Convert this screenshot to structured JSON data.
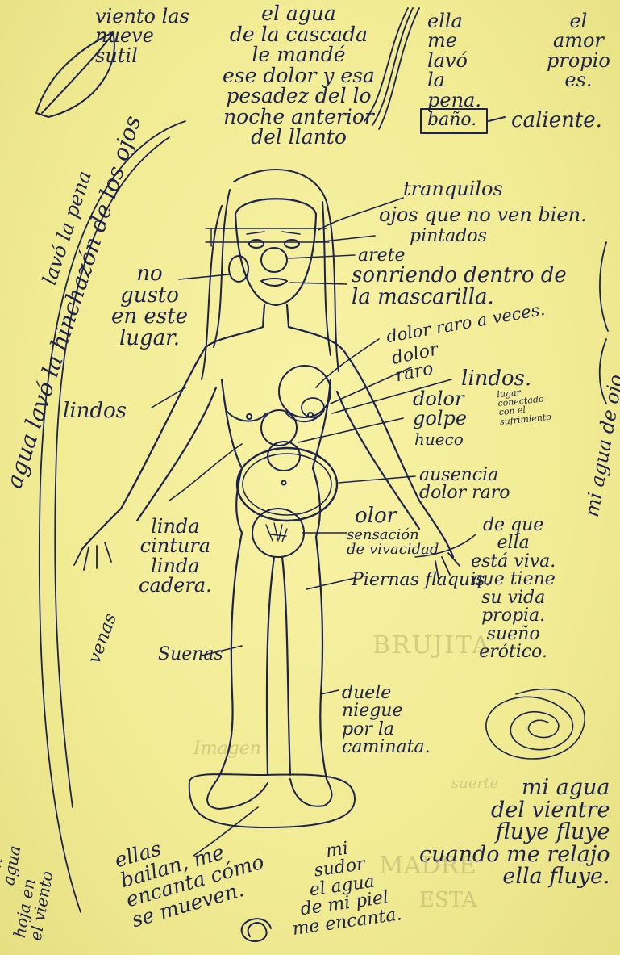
{
  "notes": {
    "viento": "viento las\nnueve\nsutil",
    "cascada": "el agua\nde la cascada\nle mandé\nese dolor y esa\npesadez del lo\nnoche anterior\ndel llanto",
    "ella_lavo": "ella\nme\nlavó\nla\npena.",
    "bano": "baño.",
    "caliente": "caliente.",
    "amor": "el\namor\npropio\nes.",
    "left_vertical": "agua lavó la hinchazón de los ojos",
    "left_vertical2": "lavó la pena",
    "tranquilos": "tranquilos",
    "ojos": "ojos que no ven bien.",
    "pintados": "pintados",
    "arete": "arete",
    "sonriendo": "sonriendo dentro de\nla mascarilla.",
    "no_gusto": "no\ngusto\nen este\nlugar.",
    "dolor_raro_veces": "dolor raro a veces.",
    "dolor_raro": "dolor\nraro",
    "lindos_r": "lindos.",
    "lindos_l": "lindos",
    "dolor_golpe": "dolor\ngolpe",
    "hueco": "hueco",
    "lugar_conectado": "lugar\nconectado\ncon el\nsufrimiento",
    "ausencia": "ausencia\ndolor raro",
    "olor": "olor",
    "sensacion": "sensación\nde vivacidad",
    "de_que": "de que\nella\nestá viva.\nque tiene\nsu vida\npropia.\nsueño\nerótico.",
    "linda": "linda\ncintura\nlinda\ncadera.",
    "piernas": "Piernas flaquis.",
    "venas": "venas",
    "suenas": "Suenas",
    "duele": "duele\nniegue\npor la\ncaminata.",
    "right_vertical": "mi agua de ojo",
    "ellas": "ellas\nbailan, me\nencanta cómo\nse mueven.",
    "mi_sudor": "mi\nsudor\nel agua\nde mi piel\nme encanta.",
    "mi_agua": "mi agua\ndel vientre\nfluye fluye\ncuando me relajo\nella fluye.",
    "bottom_left": "hoja en\nel viento",
    "bottom_left2": "ión\nagua"
  },
  "bleed_text": [
    "BRUJITA",
    "Imagen",
    "MADRE",
    "ESTA",
    "suerte"
  ],
  "colors": {
    "paper": "#f3ee9a",
    "ink": "#1c2350",
    "bleed": "#b7b06a"
  }
}
